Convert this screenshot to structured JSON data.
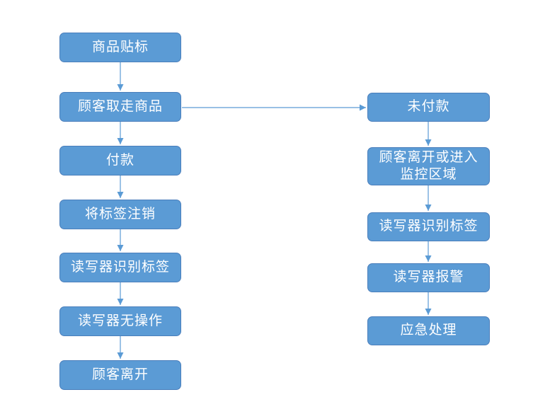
{
  "diagram": {
    "title": "RFID supermarket checkout flow",
    "colors": {
      "node_fill": "#5b9bd5",
      "node_border": "#4a7ebb",
      "connector": "#5b9bd5",
      "text": "#ffffff",
      "background": "#ffffff"
    },
    "nodes": {
      "left": [
        {
          "label": "商品贴标"
        },
        {
          "label": "顾客取走商品"
        },
        {
          "label": "付款"
        },
        {
          "label": "将标签注销"
        },
        {
          "label": "读写器识别标签"
        },
        {
          "label": "读写器无操作"
        },
        {
          "label": "顾客离开"
        }
      ],
      "right": [
        {
          "label": "未付款"
        },
        {
          "label": "顾客离开或进入\n监控区域"
        },
        {
          "label": "读写器识别标签"
        },
        {
          "label": "读写器报警"
        },
        {
          "label": "应急处理"
        }
      ]
    },
    "edges": [
      {
        "from": "商品贴标",
        "to": "顾客取走商品"
      },
      {
        "from": "顾客取走商品",
        "to": "付款"
      },
      {
        "from": "付款",
        "to": "将标签注销"
      },
      {
        "from": "将标签注销",
        "to": "读写器识别标签"
      },
      {
        "from": "读写器识别标签",
        "to": "读写器无操作"
      },
      {
        "from": "读写器无操作",
        "to": "顾客离开"
      },
      {
        "from": "顾客取走商品",
        "to": "未付款"
      },
      {
        "from": "未付款",
        "to": "顾客离开或进入监控区域"
      },
      {
        "from": "顾客离开或进入监控区域",
        "to": "读写器识别标签(右)"
      },
      {
        "from": "读写器识别标签(右)",
        "to": "读写器报警"
      },
      {
        "from": "读写器报警",
        "to": "应急处理"
      }
    ]
  }
}
